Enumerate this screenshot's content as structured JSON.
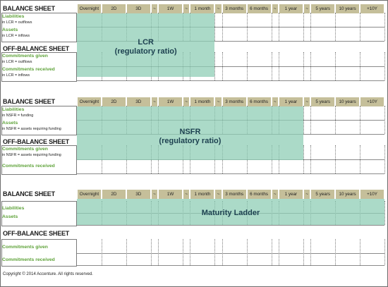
{
  "columns": [
    "Overnight",
    "2D",
    "3D",
    "~",
    "1W",
    "~",
    "1 month",
    "~",
    "3 months",
    "6 months",
    "~",
    "1 year",
    "~",
    "5 years",
    "10 years",
    "+10Y"
  ],
  "panels": [
    {
      "balance_title": "BALANCE SHEET",
      "off_title": "OFF-BALANCE SHEET",
      "balance_rows": [
        {
          "main": "Liabilities",
          "sub": "in LCR = outflows"
        },
        {
          "main": "Assets",
          "sub": "in LCR = inflows"
        }
      ],
      "off_rows": [
        {
          "main": "Commitments given",
          "sub": "in LCR = outflows"
        },
        {
          "main": "Commitments received",
          "sub": "in LCR = inflows"
        }
      ],
      "overlay_label_line1": "LCR",
      "overlay_label_line2": "(regulatory ratio)"
    },
    {
      "balance_title": "BALANCE SHEET",
      "off_title": "OFF-BALANCE SHEET",
      "balance_rows": [
        {
          "main": "Liabilities",
          "sub": "in NSFR = funding"
        },
        {
          "main": "Assets",
          "sub": "in NSFR = assets requiring funding"
        }
      ],
      "off_rows": [
        {
          "main": "Commitments given",
          "sub": "in NSFR = assets requiring funding"
        },
        {
          "main": "Commitments received",
          "sub": ""
        }
      ],
      "overlay_label_line1": "NSFR",
      "overlay_label_line2": "(regulatory ratio)"
    },
    {
      "balance_title": "BALANCE SHEET",
      "off_title": "OFF-BALANCE SHEET",
      "balance_rows": [
        {
          "main": "Liabilities",
          "sub": ""
        },
        {
          "main": "Assets",
          "sub": ""
        }
      ],
      "off_rows": [
        {
          "main": "Commitments given",
          "sub": ""
        },
        {
          "main": "Commitments received",
          "sub": ""
        }
      ],
      "overlay_label_line1": "Maturity Ladder",
      "overlay_label_line2": ""
    }
  ],
  "copyright": "Copyright © 2014 Accenture. All rights reserved.",
  "colors": {
    "header_fill": "#c5bf9a",
    "label_green": "#5fa33a",
    "overlay_fill": "#8fceb5",
    "overlay_text": "#1d4150"
  }
}
